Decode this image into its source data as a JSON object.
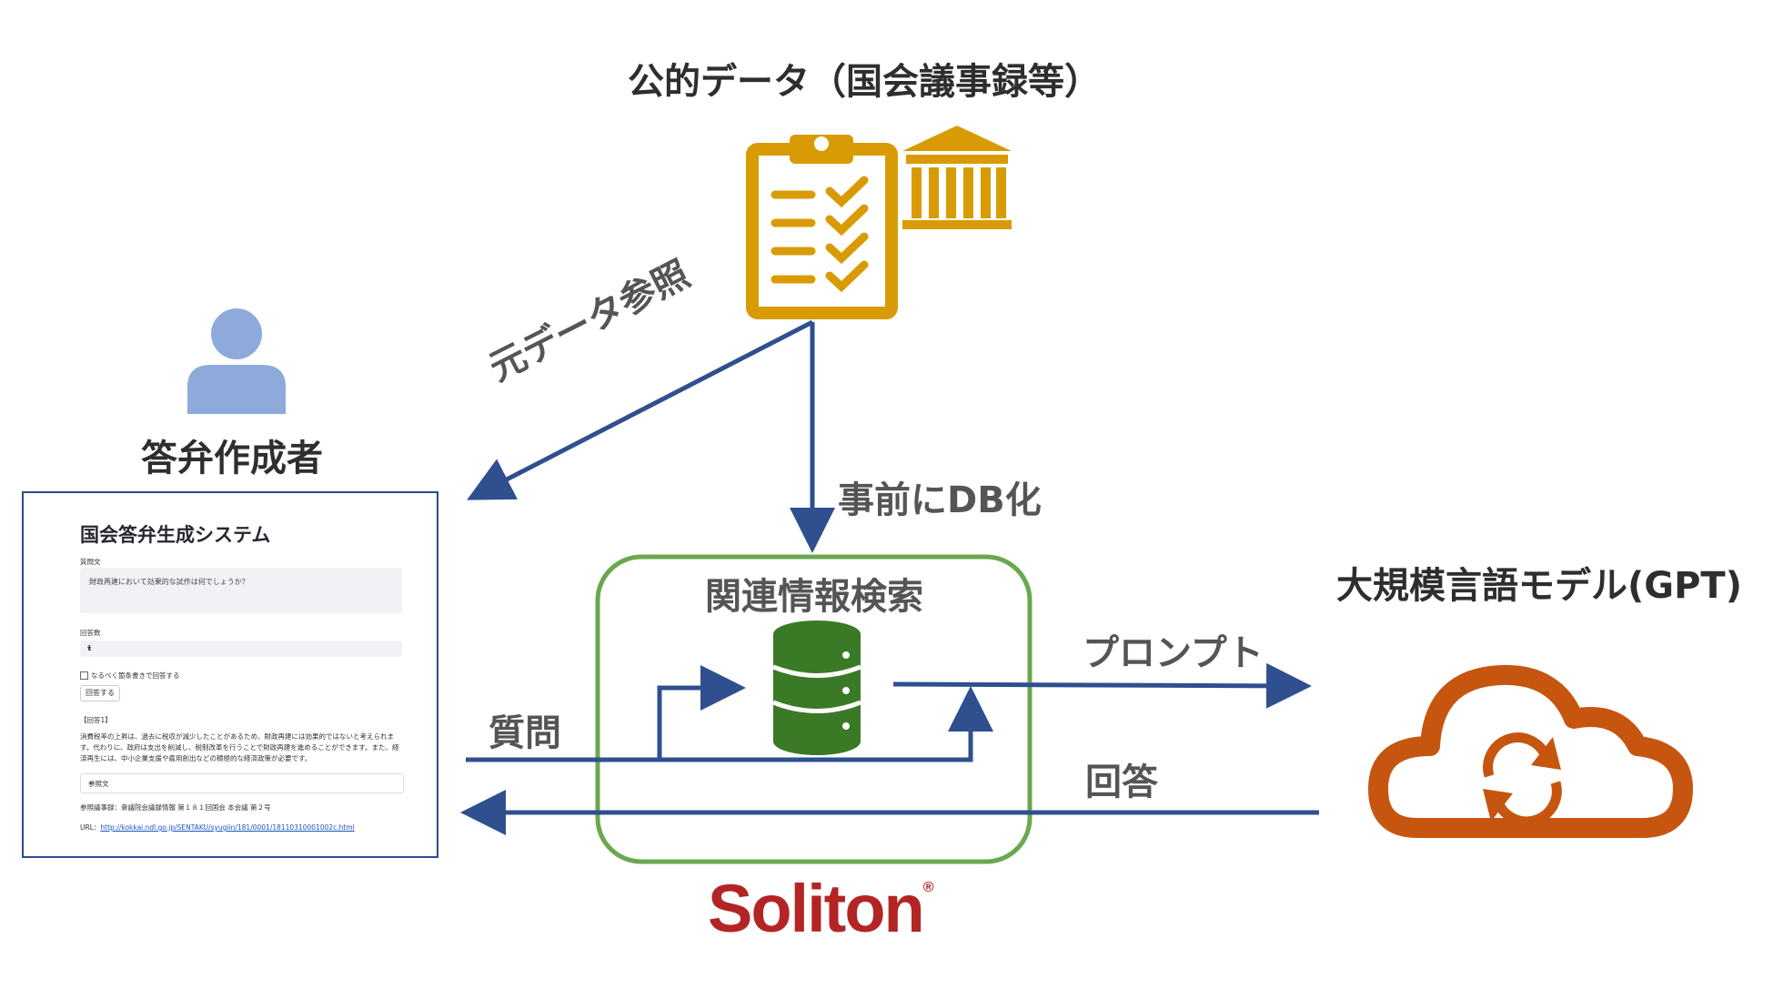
{
  "top_label": "公的データ（国会議事録等）",
  "user_label": "答弁作成者",
  "left_arrow_label": "元データ参照",
  "down_arrow_label": "事前にDB化",
  "search_box_label": "関連情報検索",
  "llm_label": "大規模言語モデル(GPT)",
  "prompt_label": "プロンプト",
  "question_label": "質問",
  "answer_label": "回答",
  "brand": "Soliton",
  "brand_mark": "®",
  "colors": {
    "gold": "#d99b05",
    "blue": "#2f4f8f",
    "green": "#6aa84f",
    "dbgreen": "#3a7a26",
    "orange": "#c6550f",
    "person": "#8eaadb",
    "brand": "#b32525"
  },
  "screenshot": {
    "title": "国会答弁生成システム",
    "question_label": "質問文",
    "question_value": "財政再建において効果的な試作は何でしょうか？",
    "count_label": "回答数",
    "count_value": "1",
    "checkbox_label": "なるべく箇条書きで回答する",
    "submit_label": "回答する",
    "answer_heading": "【回答1】",
    "answer_text": "消費税率の上昇は、過去に税収が減少したことがあるため、財政再建には効果的ではないと考えられます。代わりに、政府は支出を削減し、税制改革を行うことで財政再建を進めることができます。また、経済再生には、中小企業支援や雇用創出などの積極的な経済政策が必要です。",
    "ref_label": "参照文",
    "ref_source": "参照議事録：衆議院会議録情報 第１８１回国会 本会議 第２号",
    "url_prefix": "URL：",
    "url": "http://kokkai.ndl.go.jp/SENTAKU/syugiin/181/0001/18110310001002c.html"
  }
}
